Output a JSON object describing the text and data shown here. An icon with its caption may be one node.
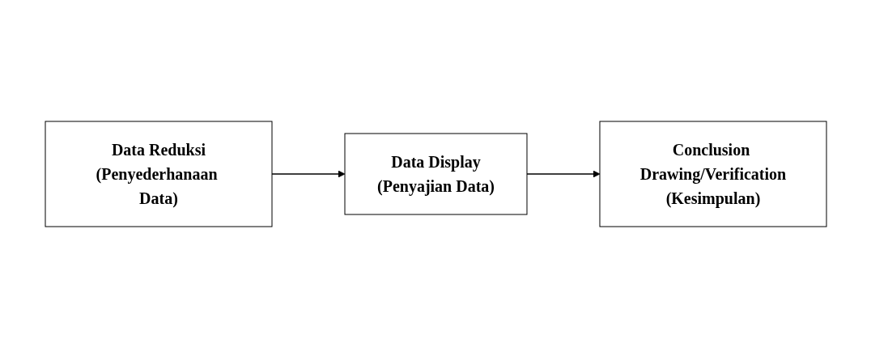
{
  "diagram": {
    "nodes": [
      {
        "text": [
          "Data Reduksi",
          "(Penyederhanaan Data)"
        ]
      },
      {
        "text": [
          "Data Display",
          "(Penyajian Data)"
        ]
      },
      {
        "text": [
          "Conclusion Drawing/Verification",
          "(Kesimpulan)"
        ]
      }
    ],
    "edges": [
      {
        "from": 0,
        "to": 1,
        "arrow": "to"
      },
      {
        "from": 1,
        "to": 2,
        "arrow": "to"
      }
    ]
  }
}
